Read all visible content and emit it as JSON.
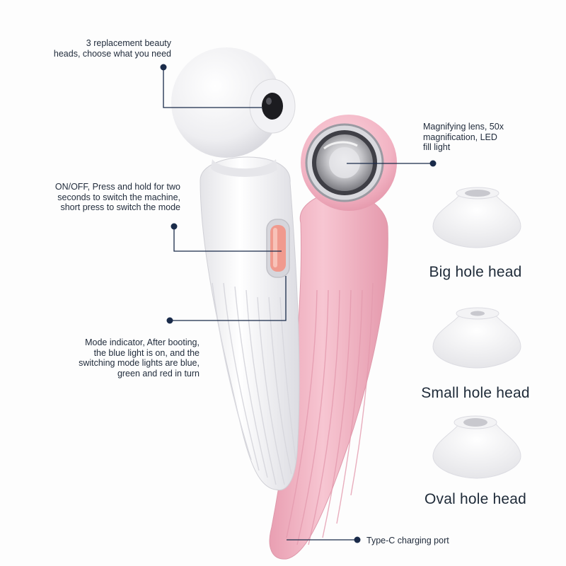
{
  "callouts": {
    "replacement_heads": "3 replacement beauty\nheads, choose what you need",
    "magnifying_lens": "Magnifying lens, 50x\nmagnification, LED\nfill light",
    "on_off": "ON/OFF, Press and hold for two\nseconds to switch the machine,\nshort press to switch the mode",
    "mode_indicator": "Mode indicator, After booting,\nthe blue light is on, and the\nswitching mode lights are blue,\ngreen and red in turn",
    "charging_port": "Type-C charging port"
  },
  "heads": [
    {
      "label": "Big hole head"
    },
    {
      "label": "Small hole head"
    },
    {
      "label": "Oval hole head"
    }
  ],
  "colors": {
    "device_white": "#f4f4f6",
    "device_pink": "#f2b8c6",
    "callout_line": "#1a2b4a",
    "indicator": "#f09a8e"
  }
}
